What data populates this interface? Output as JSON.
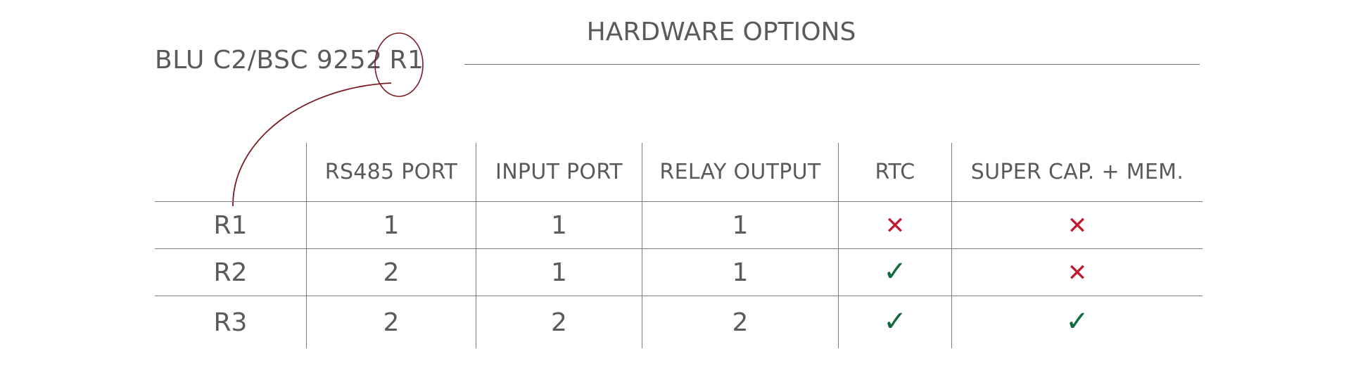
{
  "product": {
    "model": "BLU C2/BSC 9252",
    "variant": "R1"
  },
  "heading": "HARDWARE OPTIONS",
  "table": {
    "headers": [
      "",
      "RS485 PORT",
      "INPUT PORT",
      "RELAY OUTPUT",
      "RTC",
      "SUPER CAP. + MEM."
    ],
    "rows": [
      {
        "label": "R1",
        "rs485": "1",
        "input": "1",
        "relay": "1",
        "rtc": false,
        "supercap": false
      },
      {
        "label": "R2",
        "rs485": "2",
        "input": "1",
        "relay": "1",
        "rtc": true,
        "supercap": false
      },
      {
        "label": "R3",
        "rs485": "2",
        "input": "2",
        "relay": "2",
        "rtc": true,
        "supercap": true
      }
    ]
  },
  "marks": {
    "yes": "✓",
    "no": "✕",
    "yes_icon": "check-icon",
    "no_icon": "cross-icon"
  },
  "colors": {
    "text": "#5a5a5a",
    "lines": "#7a7a7a",
    "annotation": "#7a1a24",
    "cross": "#c0182c",
    "check": "#106a3e"
  }
}
